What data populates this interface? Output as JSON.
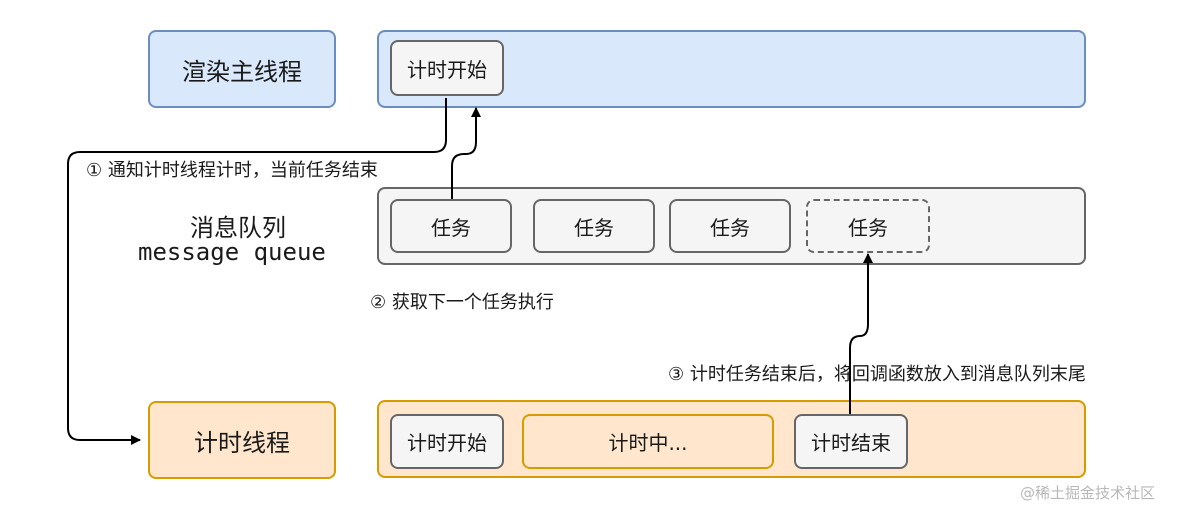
{
  "render_thread": {
    "label": "渲染主线程",
    "task": "计时开始"
  },
  "message_queue": {
    "label_cn": "消息队列",
    "label_en": "message queue",
    "tasks": [
      "任务",
      "任务",
      "任务",
      "任务"
    ]
  },
  "timer_thread": {
    "label": "计时线程",
    "start": "计时开始",
    "running": "计时中...",
    "end": "计时结束"
  },
  "steps": {
    "step1": "① 通知计时线程计时，当前任务结束",
    "step2": "② 获取下一个任务执行",
    "step3": "③ 计时任务结束后，将回调函数放入到消息队列末尾"
  },
  "watermark": "@稀土掘金技术社区",
  "colors": {
    "blue_fill": "#dae8fc",
    "blue_border": "#6c8ebf",
    "orange_fill": "#ffe6cc",
    "orange_border": "#d79b00",
    "grey_fill": "#f5f5f5",
    "grey_border": "#666666"
  }
}
